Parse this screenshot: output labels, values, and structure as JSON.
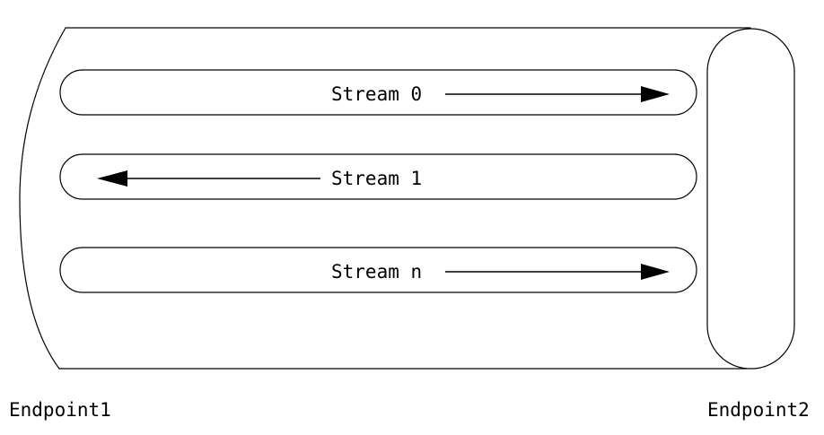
{
  "diagram": {
    "endpoint1_label": "Endpoint1",
    "endpoint2_label": "Endpoint2",
    "streams": [
      {
        "label": "Stream 0",
        "direction": "right"
      },
      {
        "label": "Stream 1",
        "direction": "left"
      },
      {
        "label": "Stream n",
        "direction": "right"
      }
    ],
    "colors": {
      "line": "#000000",
      "text": "#000000",
      "background": "#ffffff"
    }
  }
}
